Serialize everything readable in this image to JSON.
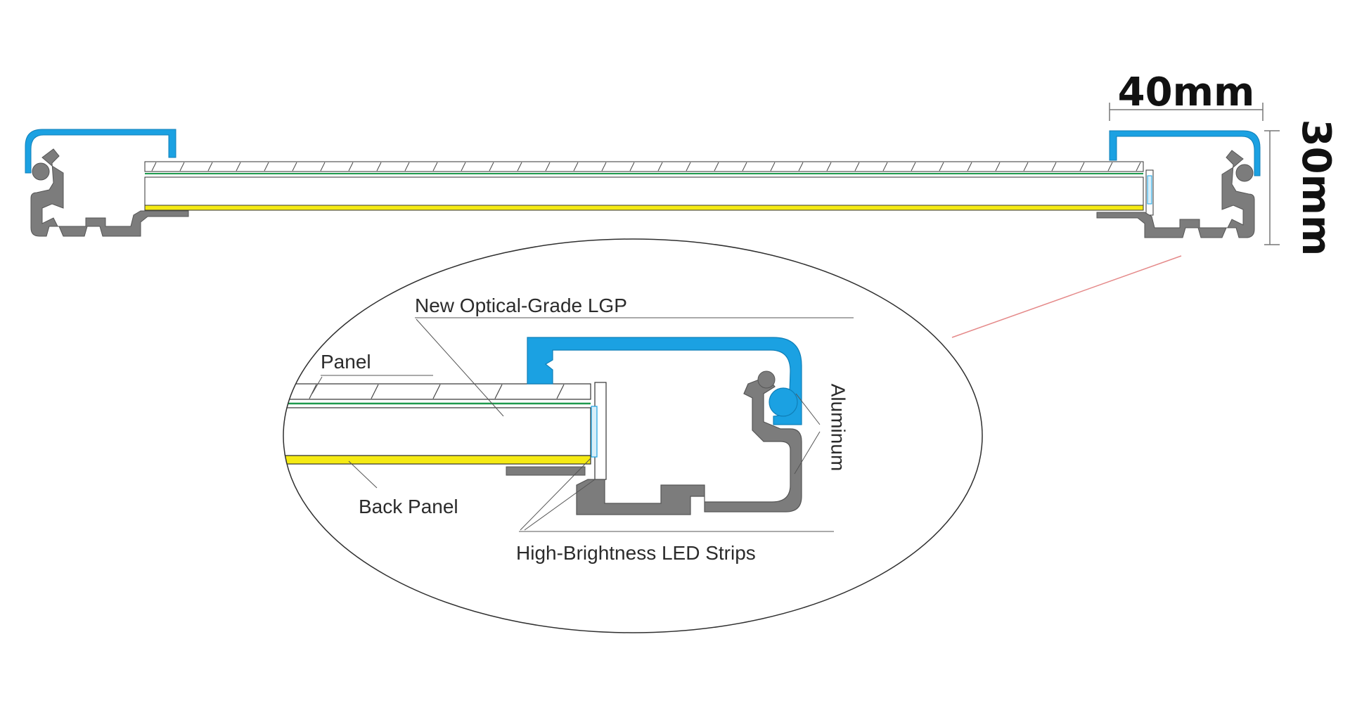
{
  "dimensions": {
    "width_label": "40mm",
    "height_label": "30mm"
  },
  "callouts": {
    "lgp": "New Optical-Grade LGP",
    "panel": "Panel",
    "back_panel": "Back Panel",
    "led_strips": "High-Brightness LED Strips",
    "aluminum": "Aluminum"
  },
  "colors": {
    "cover_blue": "#1ba1e2",
    "frame_gray": "#7c7c7c",
    "back_panel_yellow": "#f5ea14",
    "lgp_green": "#1f9a4e",
    "zoom_line": "#e58a8a",
    "outline": "#2f2f2f"
  }
}
